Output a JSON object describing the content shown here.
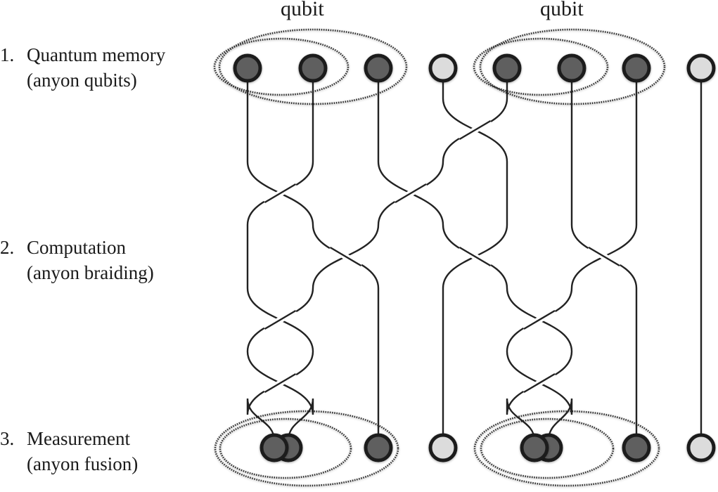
{
  "qubit_labels": [
    "qubit",
    "qubit"
  ],
  "stages": [
    {
      "number": "1.",
      "title": "Quantum memory",
      "subtitle": "(anyon qubits)"
    },
    {
      "number": "2.",
      "title": "Computation",
      "subtitle": "(anyon braiding)"
    },
    {
      "number": "3.",
      "title": "Measurement",
      "subtitle": "(anyon fusion)"
    }
  ],
  "anyons": {
    "count": 8,
    "types": [
      "dark",
      "dark",
      "dark",
      "light",
      "dark",
      "dark",
      "dark",
      "light"
    ]
  },
  "colors": {
    "dark_fill": "#5f5f5f",
    "light_fill": "#dcdcdc",
    "outline": "#1c1c1c",
    "strand": "#222222",
    "dotted": "#333333"
  }
}
